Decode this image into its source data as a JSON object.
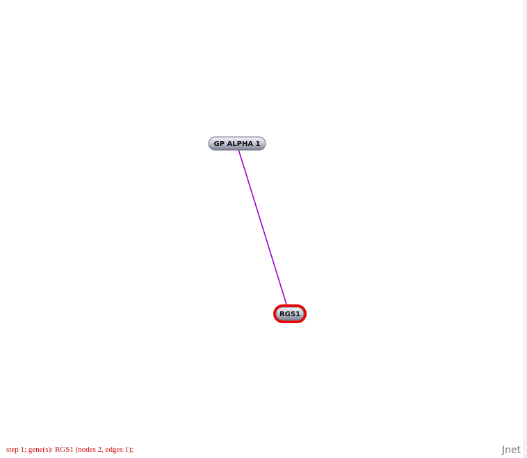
{
  "graph": {
    "nodes": [
      {
        "id": "n1",
        "label": "GP ALPHA 1",
        "selected": false
      },
      {
        "id": "n2",
        "label": "RGS1",
        "selected": true
      }
    ],
    "edges": [
      {
        "from": "n1",
        "to": "n2"
      }
    ]
  },
  "colors": {
    "edge": "#9900cc",
    "selection_ring": "#ee0000",
    "node_fill_light": "#eceef4",
    "node_fill_dark": "#8a8c9e",
    "status_text": "#cc0000",
    "brand_text": "#777777"
  },
  "status": {
    "text": "step 1; gene(s): RGS1 (nodes 2, edges 1);"
  },
  "brand": {
    "label": "Jnet"
  }
}
